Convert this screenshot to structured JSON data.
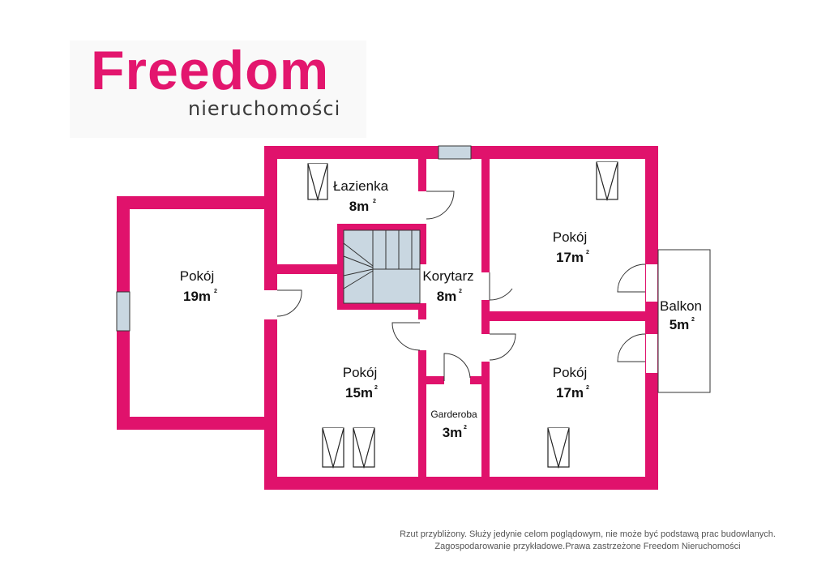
{
  "logo": {
    "brand": "Freedom",
    "sub": "nieruchomości"
  },
  "rooms": {
    "lazienka": {
      "name": "Łazienka",
      "area": "8m",
      "unit": "2"
    },
    "pokoj19": {
      "name": "Pokój",
      "area": "19m",
      "unit": "2"
    },
    "korytarz": {
      "name": "Korytarz",
      "area": "8m",
      "unit": "2"
    },
    "pokoj17a": {
      "name": "Pokój",
      "area": "17m",
      "unit": "2"
    },
    "balkon": {
      "name": "Balkon",
      "area": "5m",
      "unit": "2"
    },
    "pokoj15": {
      "name": "Pokój",
      "area": "15m",
      "unit": "2"
    },
    "pokoj17b": {
      "name": "Pokój",
      "area": "17m",
      "unit": "2"
    },
    "garderoba": {
      "name": "Garderoba",
      "area": "3m",
      "unit": "2"
    }
  },
  "disclaimer": {
    "line1": "Rzut przybliżony. Służy jedynie celom poglądowym, nie może być podstawą prac budowlanych.",
    "line2": "Zagospodarowanie przykładowe.Prawa zastrzeżone Freedom Nieruchomości"
  },
  "colors": {
    "wall": "#e0126c",
    "stairs": "#c9d7e1",
    "window": "#c9d7e1",
    "brand": "#e3166e"
  }
}
